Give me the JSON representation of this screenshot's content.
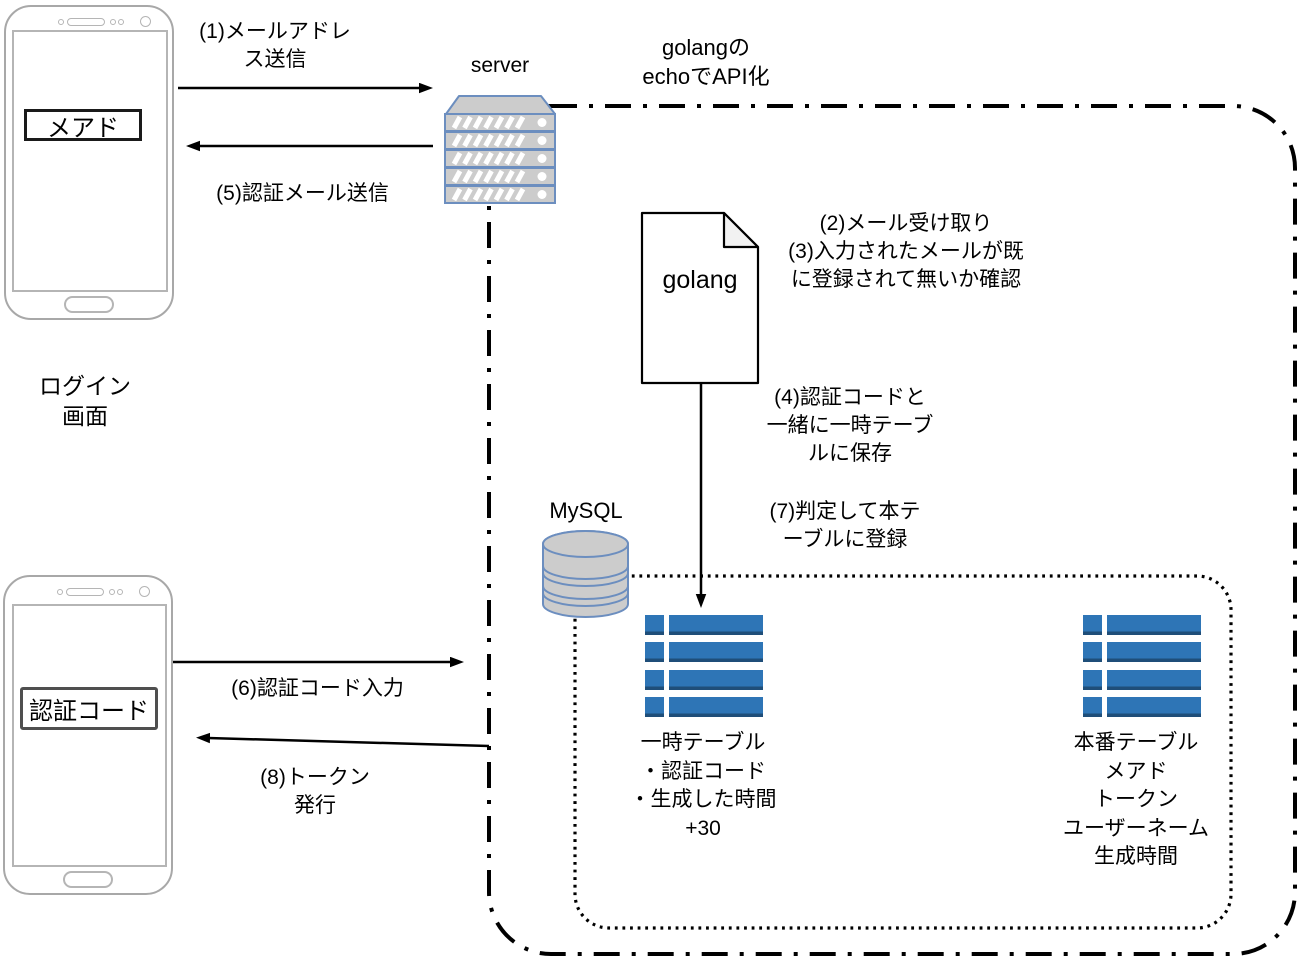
{
  "colors": {
    "table_blue": "#2e75b6",
    "table_blue_dark": "#1f4e79",
    "shape_stroke_blue": "#6c8ebf",
    "shape_fill_gray": "#cccccc",
    "phone_outline_gray": "#a8a8a8",
    "line_black": "#000000"
  },
  "title": {
    "lines": [
      "golangの",
      "echoでAPI化"
    ]
  },
  "server": {
    "label": "server"
  },
  "golang_file": {
    "label": "golang"
  },
  "mysql": {
    "label": "MySQL"
  },
  "login_phone": {
    "input": "メアド",
    "caption": [
      "ログイン",
      "画面"
    ]
  },
  "auth_phone": {
    "input": "認証コード"
  },
  "steps": {
    "s1": [
      "(1)メールアドレ",
      "ス送信"
    ],
    "s2_3": [
      "(2)メール受け取り",
      "(3)入力されたメールが既",
      "に登録されて無いか確認"
    ],
    "s4": [
      "(4)認証コードと",
      "一緒に一時テーブ",
      "ルに保存"
    ],
    "s5": [
      "(5)認証メール送信"
    ],
    "s6": [
      "(6)認証コード入力"
    ],
    "s7": [
      "(7)判定して本テ",
      "ーブルに登録"
    ],
    "s8": [
      "(8)トークン",
      "発行"
    ]
  },
  "temp_table": {
    "lines": [
      "一時テーブル",
      "・認証コード",
      "・生成した時間",
      "+30"
    ]
  },
  "prod_table": {
    "lines": [
      "本番テーブル",
      "メアド",
      "トークン",
      "ユーザーネーム",
      "生成時間"
    ]
  },
  "icons": {
    "server": "server-icon",
    "golang_file": "document-icon",
    "mysql": "database-cylinder-icon",
    "temp_table": "table-rows-icon",
    "prod_table": "table-rows-icon",
    "phones": "smartphone-icon"
  }
}
